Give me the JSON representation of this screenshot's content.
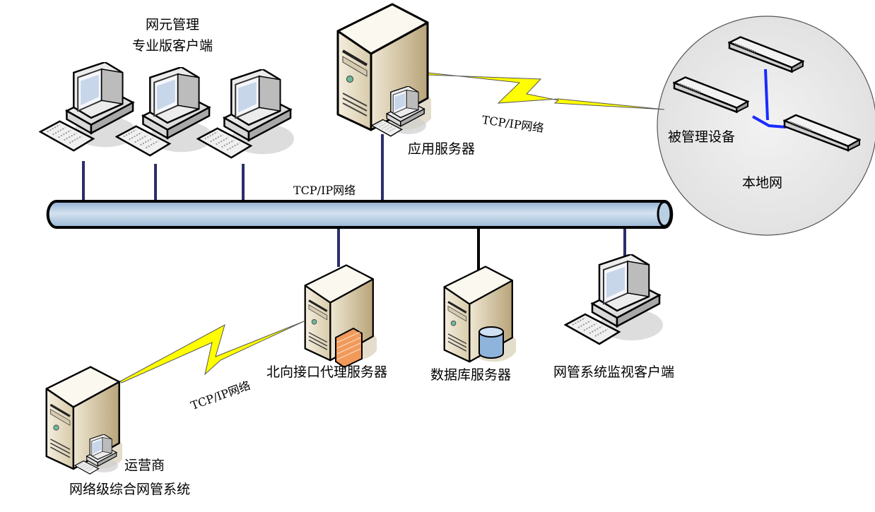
{
  "title_client": [
    "网元管理",
    "专业版客户端"
  ],
  "labels": {
    "app_server": "应用服务器",
    "bus_network": "TCP/IP网络",
    "wan_link_top": "TCP/IP网络",
    "wan_link_bottom": "TCP/IP网络",
    "managed_devices": "被管理设备",
    "local_network": "本地网",
    "northbound_proxy": "北向接口代理服务器",
    "database_server": "数据库服务器",
    "monitor_client": "网管系统监视客户端",
    "operator": [
      "运营商",
      "网络级综合网管系统"
    ]
  },
  "colors": {
    "bus_fill": "#b9cfe4",
    "drop_line": "#2b2f6b",
    "lightning": "#ffff00",
    "lan_line": "#1a2bff",
    "local_circle": "#e8e8e8",
    "server_body": "#e6dcc4"
  }
}
